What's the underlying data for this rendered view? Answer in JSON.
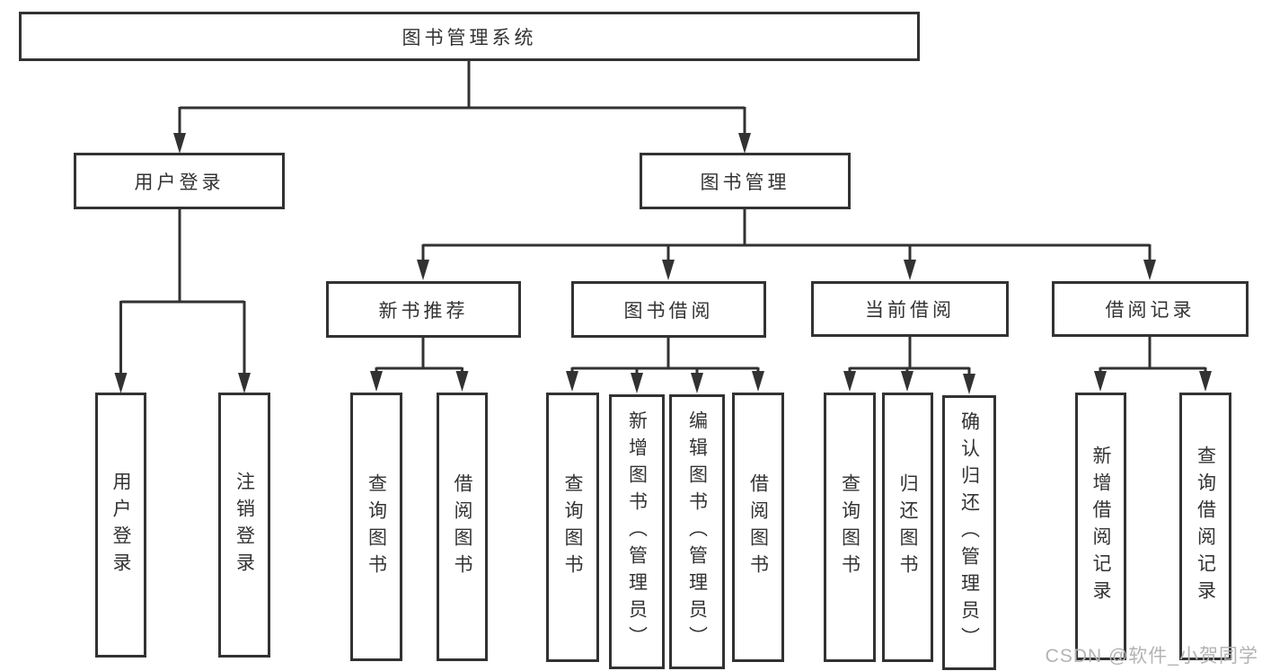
{
  "watermark": "CSDN @软件_小贺同学",
  "colors": {
    "line": "#323232",
    "box_border": "#323232",
    "text": "#333333",
    "watermark": "#b3b3b3",
    "background": "#ffffff"
  },
  "nodes": {
    "root": "图书管理系统",
    "level2": [
      "用户登录",
      "图书管理"
    ],
    "level3": [
      "新书推荐",
      "图书借阅",
      "当前借阅",
      "借阅记录"
    ],
    "leaves_user_login": [
      "用户登录",
      "注销登录"
    ],
    "leaves_new_book": [
      "查询图书",
      "借阅图书"
    ],
    "leaves_book_borrow": [
      "查询图书",
      "新增图书（管理员）",
      "编辑图书（管理员）",
      "借阅图书"
    ],
    "leaves_current_borrow": [
      "查询图书",
      "归还图书",
      "确认归还（管理员）"
    ],
    "leaves_borrow_records": [
      "新增借阅记录",
      "查询借阅记录"
    ]
  }
}
